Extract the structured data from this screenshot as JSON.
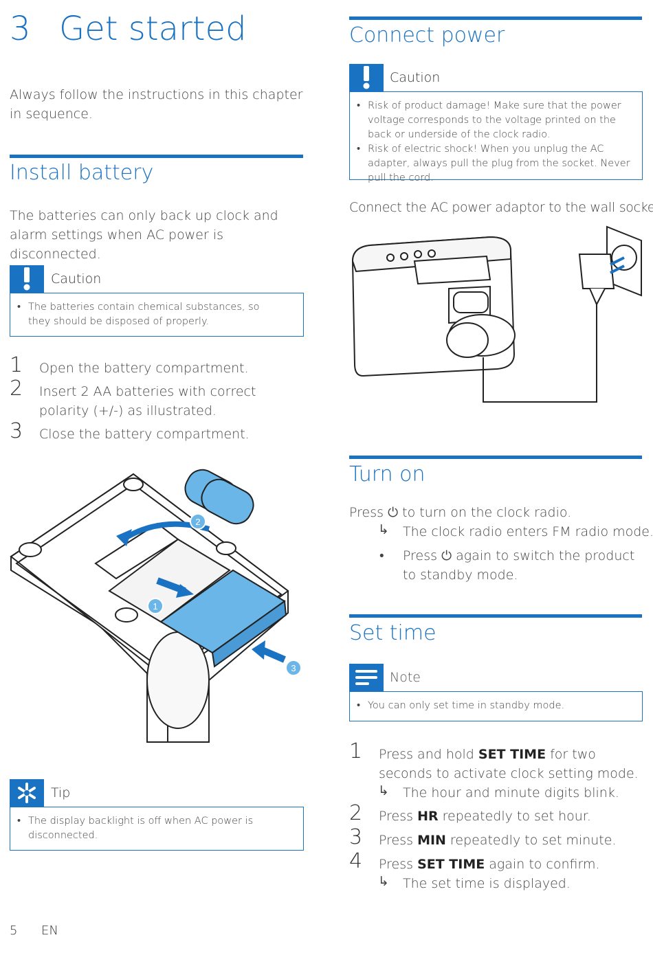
{
  "chapter": {
    "number": "3",
    "title": "Get started",
    "intro": "Always follow the instructions in this chapter in sequence."
  },
  "install": {
    "heading": "Install battery",
    "text": "The batteries can only back up clock and alarm settings when AC power is disconnected.",
    "caution_label": "Caution",
    "caution_items": [
      "The batteries contain chemical substances, so they should be disposed of properly."
    ],
    "steps": [
      {
        "num": "1",
        "text": "Open the battery compartment."
      },
      {
        "num": "2",
        "text": "Insert 2 AA batteries with correct polarity (+/-) as illustrated."
      },
      {
        "num": "3",
        "text": "Close the battery compartment."
      }
    ],
    "illustration_labels": [
      "2",
      "1",
      "3"
    ]
  },
  "tip": {
    "label": "Tip",
    "items": [
      "The display backlight is off when AC power is disconnected."
    ]
  },
  "connect": {
    "heading": "Connect power",
    "caution_label": "Caution",
    "caution_items": [
      "Risk of product damage! Make sure that the power voltage corresponds to the voltage printed on the back or underside of the clock radio.",
      "Risk of electric shock! When you unplug the AC adapter, always pull the plug from the socket. Never pull the cord."
    ],
    "text": "Connect the AC power adaptor to the wall socket."
  },
  "turnon": {
    "heading": "Turn on",
    "text_pre": "Press",
    "text_post": "to turn on the clock radio.",
    "result": "The clock radio enters FM radio mode.",
    "bullet_pre": "Press",
    "bullet_post": "again to switch the product to standby mode.",
    "power_icon": "⏻",
    "arrow_icon": "↳"
  },
  "settime": {
    "heading": "Set time",
    "note_label": "Note",
    "note_items": [
      "You can only set time in standby mode."
    ],
    "steps": [
      {
        "num": "1",
        "pre": "Press and hold",
        "key": "SET TIME",
        "post": "for two seconds to activate clock setting mode.",
        "result": "The hour and minute digits blink."
      },
      {
        "num": "2",
        "pre": "Press",
        "key": "HR",
        "post": "repeatedly to set hour."
      },
      {
        "num": "3",
        "pre": "Press",
        "key": "MIN",
        "post": "repeatedly to set minute."
      },
      {
        "num": "4",
        "pre": "Press",
        "key": "SET TIME",
        "post": "again to confirm.",
        "result": "The set time is displayed."
      }
    ]
  },
  "footer": {
    "page": "5",
    "lang": "EN"
  },
  "colors": {
    "accent": "#1a72c2",
    "light_accent": "#6ab6e8"
  }
}
